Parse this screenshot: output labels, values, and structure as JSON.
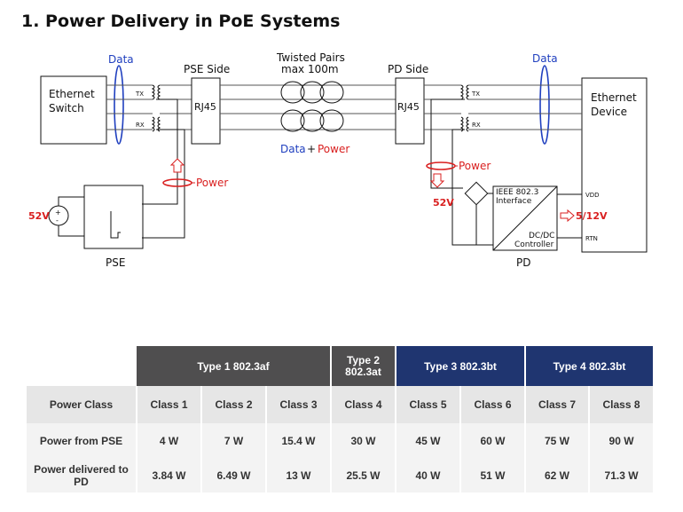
{
  "heading": "1. Power Delivery in PoE Systems",
  "diagram": {
    "data_left": "Data",
    "data_right": "Data",
    "pse_side": "PSE Side",
    "pd_side": "PD Side",
    "twisted_pairs_line1": "Twisted Pairs",
    "twisted_pairs_line2": "max 100m",
    "data_plus_power": {
      "data": "Data",
      "plus": "+",
      "power": "Power"
    },
    "switch_line1": "Ethernet",
    "switch_line2": "Switch",
    "device_line1": "Ethernet",
    "device_line2": "Device",
    "rj45_left": "RJ45",
    "rj45_right": "RJ45",
    "tx_left": "TX",
    "rx_left": "RX",
    "tx_right": "TX",
    "rx_right": "RX",
    "power_pse": "Power",
    "power_pd": "Power",
    "v52_left": "52V",
    "v52_right": "52V",
    "pse_label": "PSE",
    "pd_label": "PD",
    "ieee_line1": "IEEE 802.3",
    "ieee_line2": "Interface",
    "dcdc_line1": "DC/DC",
    "dcdc_line2": "Controller",
    "vdd": "VDD",
    "rtn": "RTN",
    "out_voltage": "5/12V",
    "colors": {
      "blue": "#1f3fbf",
      "red": "#d92020",
      "black": "#111111"
    }
  },
  "table": {
    "header": {
      "type1": "Type 1 802.3af",
      "type2_line1": "Type 2",
      "type2_line2": "802.3at",
      "type3": "Type 3 802.3bt",
      "type4": "Type 4 802.3bt"
    },
    "rows": [
      {
        "label": "Power Class",
        "cells": [
          "Class 1",
          "Class 2",
          "Class 3",
          "Class 4",
          "Class 5",
          "Class 6",
          "Class 7",
          "Class 8"
        ]
      },
      {
        "label": "Power from PSE",
        "cells": [
          "4 W",
          "7 W",
          "15.4 W",
          "30 W",
          "45 W",
          "60 W",
          "75 W",
          "90 W"
        ]
      },
      {
        "label": "Power delivered to PD",
        "cells": [
          "3.84 W",
          "6.49 W",
          "13 W",
          "25.5 W",
          "40 W",
          "51 W",
          "62 W",
          "71.3 W"
        ]
      }
    ],
    "colors": {
      "dark_gray": "#4f4e4f",
      "navy": "#1f3570"
    }
  }
}
